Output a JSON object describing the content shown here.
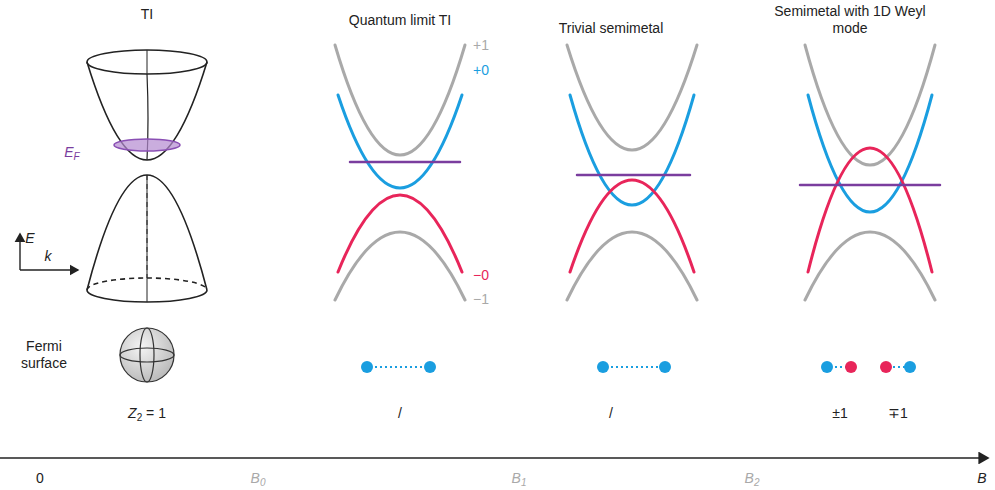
{
  "diagram": {
    "labels": [
      "TI",
      "Quantum limit TI",
      "Trivial semimetal",
      "Semimetal with 1D Weyl mode",
      "EF",
      "E",
      "k",
      "+1",
      "+0",
      "−0",
      "−1",
      "Fermi surface",
      "Z2 = 1",
      "/",
      "/",
      "±1",
      "∓1",
      "0",
      "B0",
      "B1",
      "B2",
      "B"
    ]
  }
}
